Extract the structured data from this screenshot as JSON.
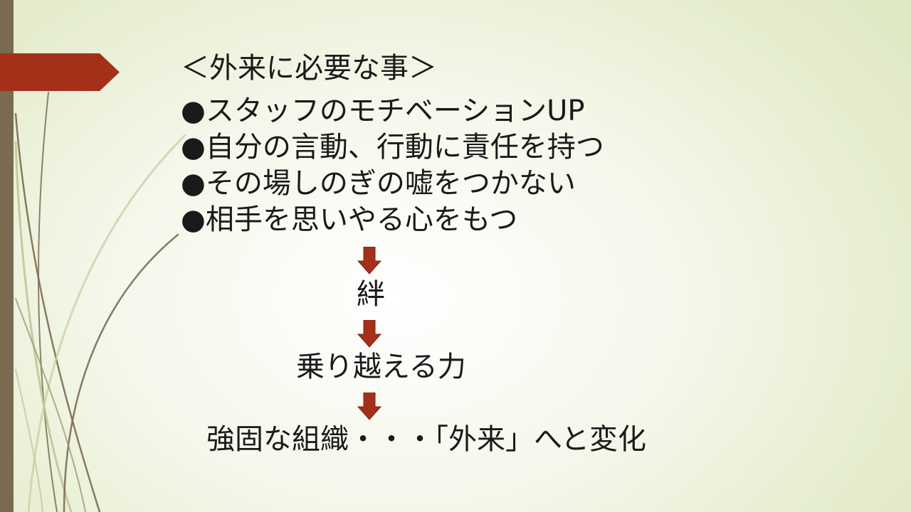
{
  "slide": {
    "title": "＜外来に必要な事＞",
    "bullets": [
      "●スタッフのモチベーションUP",
      "●自分の言動、行動に責任を持つ",
      "●その場しのぎの嘘をつかない",
      "●相手を思いやる心をもつ"
    ],
    "flow": [
      "絆",
      "乗り越える力",
      "強固な組織・・・「外来」へと変化"
    ]
  },
  "colors": {
    "accent": "#a5301a",
    "sidebar": "#786b50",
    "background": "#e6edcf",
    "text": "#1a1a1a"
  },
  "icons": {
    "flow_arrow": "down-arrow-icon"
  }
}
